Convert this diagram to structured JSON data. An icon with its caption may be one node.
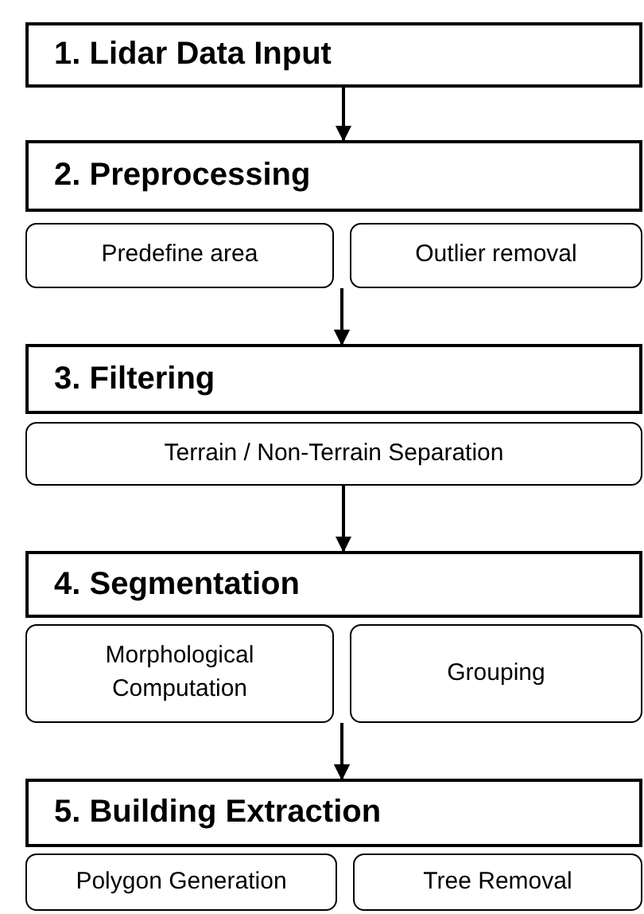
{
  "diagram": {
    "nodes": [
      {
        "text": [
          "1. Lidar Data Input"
        ]
      },
      {
        "text": [
          "2. Preprocessing"
        ]
      },
      {
        "text": [
          "Predefine area"
        ]
      },
      {
        "text": [
          "Outlier removal"
        ]
      },
      {
        "text": [
          "3. Filtering"
        ]
      },
      {
        "text": [
          "Terrain / Non-Terrain Separation"
        ]
      },
      {
        "text": [
          "4. Segmentation"
        ]
      },
      {
        "text": [
          "Morphological Computation"
        ]
      },
      {
        "text": [
          "Grouping"
        ]
      },
      {
        "text": [
          "5. Building Extraction"
        ]
      },
      {
        "text": [
          "Polygon Generation"
        ]
      },
      {
        "text": [
          "Tree Removal"
        ]
      }
    ],
    "edges": [
      {
        "from": 0,
        "to": 1,
        "arrow": "to"
      },
      {
        "from": 2,
        "to": 4,
        "arrow": "to"
      },
      {
        "from": 3,
        "to": 4,
        "arrow": "to"
      },
      {
        "from": 5,
        "to": 6,
        "arrow": "to"
      },
      {
        "from": 7,
        "to": 9,
        "arrow": "to"
      },
      {
        "from": 8,
        "to": 9,
        "arrow": "to"
      }
    ]
  }
}
